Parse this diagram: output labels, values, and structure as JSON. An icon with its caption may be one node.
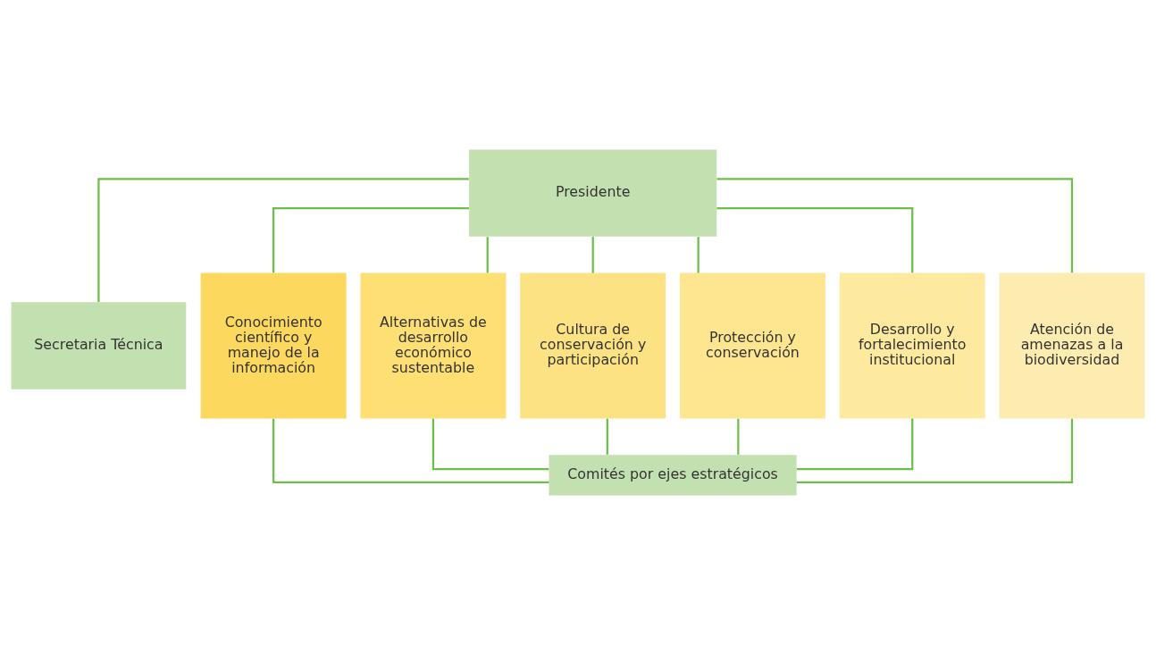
{
  "diagram": {
    "nodes": [
      {
        "text": [
          "Presidente"
        ]
      },
      {
        "text": [
          "Secretaria Técnica"
        ]
      },
      {
        "text": [
          "Conocimiento científico y manejo de la información"
        ]
      },
      {
        "text": [
          "Alternativas de desarrollo económico sustentable"
        ]
      },
      {
        "text": [
          "Cultura de conservación y participación"
        ]
      },
      {
        "text": [
          "Protección y conservación"
        ]
      },
      {
        "text": [
          "Desarrollo y fortalecimiento institucional"
        ]
      },
      {
        "text": [
          "Atención de amenazas a la biodiversidad"
        ]
      },
      {
        "text": [
          "Comités por ejes estratégicos"
        ]
      }
    ],
    "edges": [
      {
        "from": 0,
        "to": 1,
        "arrow": "none"
      },
      {
        "from": 0,
        "to": 2,
        "arrow": "none"
      },
      {
        "from": 0,
        "to": 3,
        "arrow": "none"
      },
      {
        "from": 0,
        "to": 4,
        "arrow": "none"
      },
      {
        "from": 0,
        "to": 5,
        "arrow": "none"
      },
      {
        "from": 0,
        "to": 6,
        "arrow": "none"
      },
      {
        "from": 0,
        "to": 7,
        "arrow": "none"
      },
      {
        "from": 2,
        "to": 8,
        "arrow": "none"
      },
      {
        "from": 3,
        "to": 8,
        "arrow": "none"
      },
      {
        "from": 4,
        "to": 8,
        "arrow": "none"
      },
      {
        "from": 5,
        "to": 8,
        "arrow": "none"
      },
      {
        "from": 6,
        "to": 8,
        "arrow": "none"
      },
      {
        "from": 7,
        "to": 8,
        "arrow": "none"
      }
    ]
  }
}
